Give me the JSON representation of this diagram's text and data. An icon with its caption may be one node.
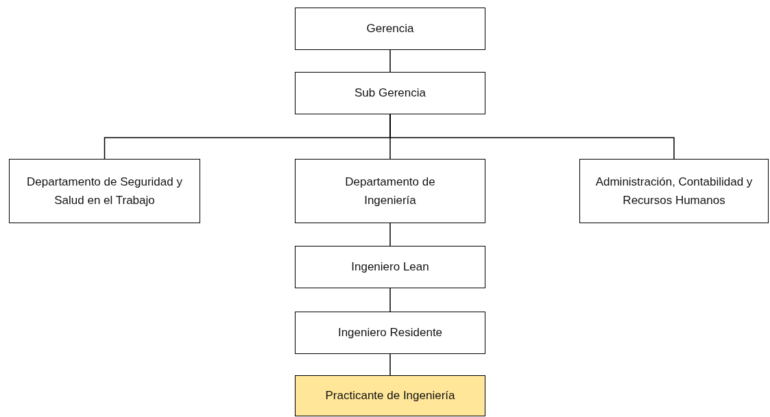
{
  "diagram": {
    "nodes": [
      {
        "text": [
          "Gerencia"
        ]
      },
      {
        "text": [
          "Sub Gerencia"
        ]
      },
      {
        "text": [
          "Departamento de Seguridad y Salud en el Trabajo"
        ]
      },
      {
        "text": [
          "Departamento de Ingeniería"
        ]
      },
      {
        "text": [
          "Administración, Contabilidad y Recursos Humanos"
        ]
      },
      {
        "text": [
          "Ingeniero Lean"
        ]
      },
      {
        "text": [
          "Ingeniero Residente"
        ]
      },
      {
        "text": [
          "Practicante de Ingeniería"
        ]
      }
    ],
    "edges": [
      {
        "from": 0,
        "to": 1,
        "arrow": "none"
      },
      {
        "from": 1,
        "to": 2,
        "arrow": "none"
      },
      {
        "from": 1,
        "to": 3,
        "arrow": "none"
      },
      {
        "from": 1,
        "to": 4,
        "arrow": "none"
      },
      {
        "from": 3,
        "to": 5,
        "arrow": "none"
      },
      {
        "from": 5,
        "to": 6,
        "arrow": "none"
      },
      {
        "from": 6,
        "to": 7,
        "arrow": "none"
      }
    ]
  }
}
